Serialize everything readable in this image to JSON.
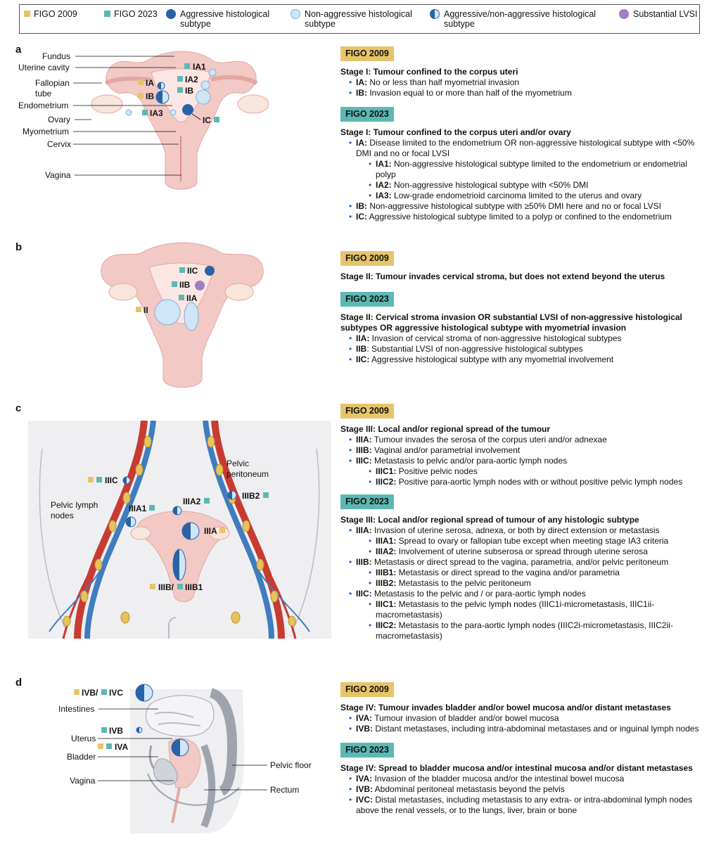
{
  "legend": {
    "figo2009": "FIGO 2009",
    "figo2023": "FIGO 2023",
    "aggressive": "Aggressive histological subtype",
    "nonaggressive": "Non-aggressive histological subtype",
    "mixed": "Aggressive/non-aggressive histological subtype",
    "lvsi": "Substantial LVSI"
  },
  "colors": {
    "figo2009": "#e6c46a",
    "figo2023": "#5cb8b2",
    "aggressive": "#2a62a8",
    "nonaggressive": "#cfe6f8",
    "lvsi": "#a27cbf",
    "uterus": "#f2c9c5"
  },
  "panels": {
    "a": {
      "letter": "a",
      "labels": {
        "fundus": "Fundus",
        "cavity": "Uterine cavity",
        "fallopian": "Fallopian",
        "tube": "tube",
        "endometrium": "Endometrium",
        "ovary": "Ovary",
        "myometrium": "Myometrium",
        "cervix": "Cervix",
        "vagina": "Vagina"
      },
      "markers": {
        "ia1": "IA1",
        "ia2": "IA2",
        "ib23": "IB",
        "ia09": "IA",
        "ib09": "IB",
        "ia3": "IA3",
        "ic": "IC"
      },
      "figo2009": {
        "tag": "FIGO 2009",
        "stage": "Stage I: Tumour confined to the corpus uteri",
        "items": [
          {
            "code": "IA:",
            "text": " No or less than half myometrial invasion"
          },
          {
            "code": "IB:",
            "text": " Invasion equal to or more than half of the myometrium"
          }
        ]
      },
      "figo2023": {
        "tag": "FIGO 2023",
        "stage": "Stage I: Tumour confined to the corpus uteri and/or ovary",
        "ia": {
          "code": "IA:",
          "text": " Disease limited to the endometrium OR non-aggressive histological subtype with <50% DMI and no or focal LVSI"
        },
        "sub": [
          {
            "code": "IA1:",
            "text": " Non-aggressive histological subtype limited to the endometrium or endometrial polyp"
          },
          {
            "code": "IA2:",
            "text": " Non-aggressive histological subtype with <50% DMI"
          },
          {
            "code": "IA3:",
            "text": " Low-grade endometrioid carcinoma limited to the uterus and ovary"
          }
        ],
        "ib": {
          "code": "IB:",
          "text": " Non-aggressive histological subtype with ≥50% DMI here and no or focal LVSI"
        },
        "ic": {
          "code": "IC:",
          "text": " Aggressive histological subtype limited to a polyp or confined to the endometrium"
        }
      }
    },
    "b": {
      "letter": "b",
      "markers": {
        "iic": "IIC",
        "iib": "IIB",
        "iia": "IIA",
        "ii": "II"
      },
      "figo2009": {
        "tag": "FIGO 2009",
        "stage": "Stage II: Tumour invades cervical stroma, but does not extend beyond the uterus"
      },
      "figo2023": {
        "tag": "FIGO 2023",
        "stage": "Stage II: Cervical stroma invasion OR substantial LVSI of non-aggressive histological subtypes OR aggressive histological subtype with myometrial invasion",
        "items": [
          {
            "code": "IIA:",
            "text": " Invasion of cervical stroma of non-aggressive histological subtypes"
          },
          {
            "code": "IIB",
            "text": ": Substantial LVSI of non-aggressive histological subtypes"
          },
          {
            "code": "IIC:",
            "text": " Aggressive histological subtype with any myometrial involvement"
          }
        ]
      }
    },
    "c": {
      "letter": "c",
      "labels": {
        "pelvic": "Pelvic",
        "peritoneum": "peritoneum",
        "lymph1": "Pelvic lymph",
        "lymph2": "nodes"
      },
      "markers": {
        "iiic": "IIIC",
        "iiib2": "IIIB2",
        "iiia1": "IIIA1",
        "iiia2": "IIIA2",
        "iiia": "IIIA",
        "iiib": "IIIB/",
        "iiib1": "IIIB1"
      },
      "figo2009": {
        "tag": "FIGO 2009",
        "stage": "Stage III: Local and/or regional spread of the tumour",
        "items": [
          {
            "code": "IIIA:",
            "text": " Tumour invades the serosa of the corpus uteri and/or adnexae"
          },
          {
            "code": "IIIB:",
            "text": " Vaginal and/or parametrial involvement"
          },
          {
            "code": "IIIC:",
            "text": " Metastasis to pelvic and/or para-aortic lymph nodes"
          }
        ],
        "sub": [
          {
            "code": "IIIC1:",
            "text": " Positive pelvic nodes"
          },
          {
            "code": "IIIC2:",
            "text": " Positive para-aortic lymph nodes with or without positive pelvic lymph nodes"
          }
        ]
      },
      "figo2023": {
        "tag": "FIGO 2023",
        "stage": "Stage III: Local and/or regional spread of tumour of any histologic subtype",
        "iiia": {
          "code": "IIIA:",
          "text": " Invasion of uterine serosa, adnexa, or both by direct extension or metastasis"
        },
        "iiia_sub": [
          {
            "code": "IIIA1:",
            "text": " Spread to ovary or fallopian tube except when meeting stage IA3 criteria"
          },
          {
            "code": "IIIA2:",
            "text": " Involvement of uterine subserosa or spread through uterine serosa"
          }
        ],
        "iiib": {
          "code": "IIIB:",
          "text": " Metastasis or direct spread to the vagina, parametria, and/or pelvic peritoneum"
        },
        "iiib_sub": [
          {
            "code": "IIIB1:",
            "text": " Metastasis or direct spread to the vagina and/or parametria"
          },
          {
            "code": "IIIB2:",
            "text": " Metastasis to the pelvic peritoneum"
          }
        ],
        "iiic": {
          "code": "IIIC:",
          "text": " Metastasis to the pelvic and / or para-aortic lymph nodes"
        },
        "iiic_sub": [
          {
            "code": "IIIC1:",
            "text": " Metastasis to the pelvic lymph nodes (IIIC1i-micrometastasis, IIIC1ii-macrometastasis)"
          },
          {
            "code": "IIIC2:",
            "text": " Metastasis to the para-aortic lymph nodes (IIIC2i-micrometastasis, IIIC2ii-macrometastasis)"
          }
        ]
      }
    },
    "d": {
      "letter": "d",
      "labels": {
        "intestines": "Intestines",
        "uterus": "Uterus",
        "bladder": "Bladder",
        "vagina": "Vagina",
        "pelvicfloor": "Pelvic floor",
        "rectum": "Rectum"
      },
      "markers": {
        "ivbc1": "IVB/",
        "ivbc2": "IVC",
        "ivb": "IVB",
        "iva": "IVA"
      },
      "figo2009": {
        "tag": "FIGO 2009",
        "stage": "Stage IV: Tumour invades bladder and/or bowel mucosa and/or distant metastases",
        "items": [
          {
            "code": "IVA:",
            "text": " Tumour invasion of bladder and/or bowel mucosa"
          },
          {
            "code": "IVB:",
            "text": " Distant metastases, including intra-abdominal metastases and or inguinal lymph nodes"
          }
        ]
      },
      "figo2023": {
        "tag": "FIGO 2023",
        "stage": "Stage IV: Spread to bladder mucosa and/or intestinal mucosa and/or distant metastases",
        "items": [
          {
            "code": "IVA:",
            "text": " Invasion of the bladder mucosa and/or the intestinal bowel mucosa"
          },
          {
            "code": "IVB:",
            "text": " Abdominal peritoneal metastasis beyond the pelvis"
          },
          {
            "code": "IVC:",
            "text": " Distal metastases, including metastasis to any extra- or intra-abdominal lymph nodes above the renal vessels, or to the lungs, liver, brain or bone"
          }
        ]
      }
    }
  }
}
